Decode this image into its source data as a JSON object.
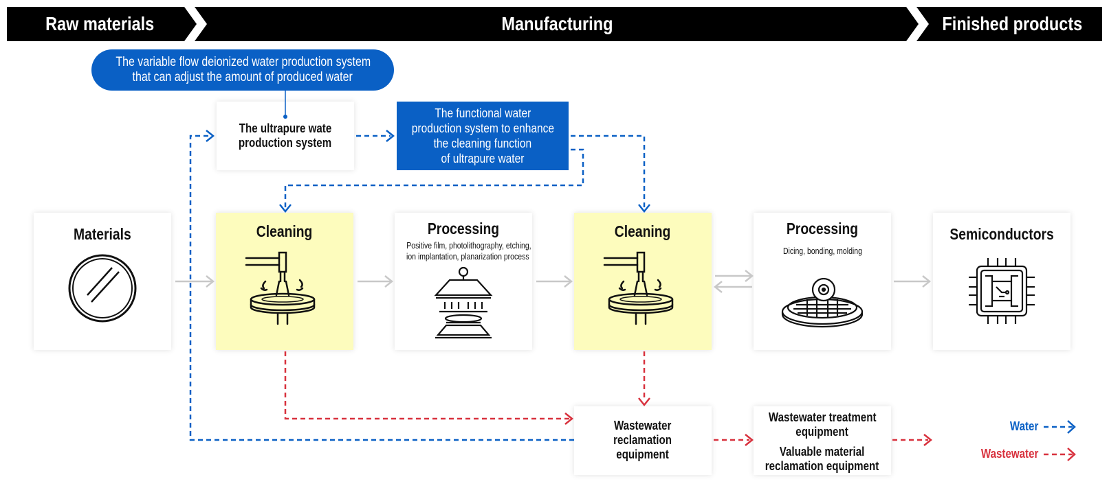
{
  "header": {
    "raw_materials": "Raw materials",
    "manufacturing": "Manufacturing",
    "finished_products": "Finished products"
  },
  "callout": {
    "line1": "The variable flow deionized water production system",
    "line2": "that can adjust the amount of produced water"
  },
  "ultrapure": {
    "line1": "The ultrapure wate",
    "line2": "production system"
  },
  "functional": {
    "line1": "The functional water",
    "line2": "production system to enhance",
    "line3": "the cleaning function",
    "line4": "of ultrapure water"
  },
  "stages": {
    "materials": {
      "title": "Materials",
      "icon": "wafer-disc-icon"
    },
    "cleaning1": {
      "title": "Cleaning",
      "icon": "wafer-cleaning-icon"
    },
    "processing1": {
      "title": "Processing",
      "line1": "Positive film, photolithography, etching,",
      "line2": "ion implantation, planarization process",
      "icon": "lithography-icon"
    },
    "cleaning2": {
      "title": "Cleaning",
      "icon": "wafer-cleaning-icon"
    },
    "processing2": {
      "title": "Processing",
      "line1": "Dicing, bonding, molding",
      "icon": "dicing-wafer-icon"
    },
    "semiconductors": {
      "title": "Semiconductors",
      "icon": "chip-icon"
    }
  },
  "wastewater_reclamation": {
    "line1": "Wastewater",
    "line2": "reclamation",
    "line3": "equipment"
  },
  "treatment": {
    "line1": "Wastewater treatment",
    "line2": "equipment",
    "line3": "Valuable material",
    "line4": "reclamation equipment"
  },
  "legend": {
    "water": "Water",
    "wastewater": "Wastewater"
  },
  "colors": {
    "water": "#0a60c5",
    "wastewater": "#d8313d",
    "process_arrow": "#c8c8c8",
    "cleaning_bg": "#fdfcbd",
    "header_bg": "#000000"
  }
}
